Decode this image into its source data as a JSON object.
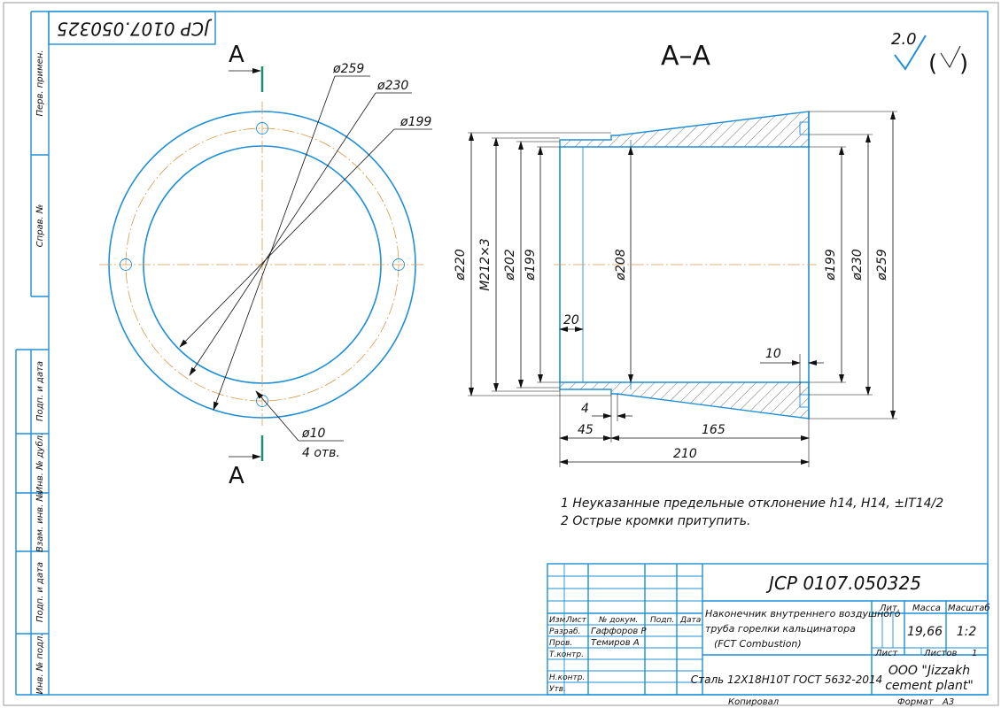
{
  "stamp_upside_down": "JCP 0107.050325",
  "section_label": "A–A",
  "section_cut_label": "A",
  "surface_roughness_value": "2.0",
  "front_view": {
    "dia_259": "ø259",
    "dia_230": "ø230",
    "dia_199": "ø199",
    "hole_dia": "ø10",
    "hole_count": "4 отв."
  },
  "section_view": {
    "dia_220": "ø220",
    "thread": "M212×3",
    "dia_202": "ø202",
    "dia_199_left": "ø199",
    "dia_208": "ø208",
    "dia_199_right": "ø199",
    "dia_230": "ø230",
    "dia_259": "ø259",
    "len_20": "20",
    "len_10": "10",
    "len_4": "4",
    "len_45": "45",
    "len_165": "165",
    "len_210": "210"
  },
  "notes": [
    "1 Неуказанные предельные отклонение h14, H14, ±IT14/2",
    "2 Острые кромки притупить."
  ],
  "side_labels": [
    "Перв. примен.",
    "Справ. №",
    "Подп. и дата",
    "Инв. № дубл.",
    "Взам. инв. №",
    "Подп. и дата",
    "Инв. № подл."
  ],
  "title_block": {
    "designation": "JCP 0107.050325",
    "col_headers": [
      "Изм.",
      "Лист",
      "№ докум.",
      "Подп.",
      "Дата"
    ],
    "roles": [
      "Разраб.",
      "Пров.",
      "Т.контр.",
      "Н.контр.",
      "Утв."
    ],
    "developer": "Гаффоров Р",
    "checker": "Темиров А",
    "part_name": [
      "Наконечник внутреннего воздушного",
      "труба горелки кальцинатора",
      "(FCT Combustion)"
    ],
    "material": "Сталь 12Х18Н10Т ГОСТ 5632-2014",
    "lit_label": "Лит.",
    "mass_label": "Масса",
    "scale_label": "Масштаб",
    "mass": "19,66",
    "scale": "1:2",
    "sheet_label": "Лист",
    "sheets_label": "Листов",
    "sheets_count": "1",
    "company": [
      "ООО \"Jizzakh",
      "cement plant\""
    ],
    "copied_label": "Копировал",
    "format_label": "Формат",
    "format_value": "А3"
  }
}
